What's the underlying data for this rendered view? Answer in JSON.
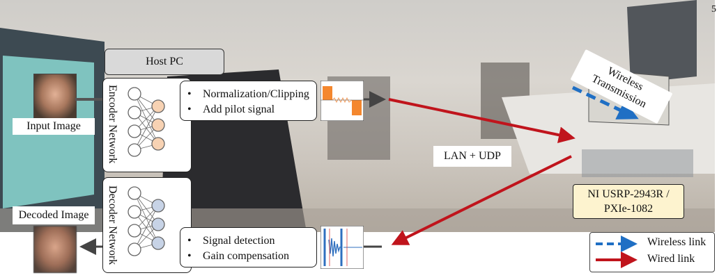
{
  "page_number": "5",
  "host_pc_label": "Host PC",
  "encoder_network_label": "Encoder Network",
  "decoder_network_label": "Decoder Network",
  "input_image_label": "Input Image",
  "decoded_image_label": "Decoded Image",
  "encoder_steps": [
    "Normalization/Clipping",
    "Add pilot signal"
  ],
  "decoder_steps": [
    "Signal detection",
    "Gain compensation"
  ],
  "lan_label": "LAN + UDP",
  "wireless_transmission_label": [
    "Wireless",
    "Transmission"
  ],
  "device_label": [
    "NI USRP-2943R /",
    "PXIe-1082"
  ],
  "legend": [
    {
      "label": "Wireless link",
      "color": "#1f6fc4",
      "style": "dashed"
    },
    {
      "label": "Wired link",
      "color": "#c0141c",
      "style": "solid"
    }
  ],
  "colors": {
    "wired": "#c0141c",
    "wireless": "#1f6fc4",
    "encoder_node": "#f7d2b3",
    "decoder_node": "#c7d3e6"
  }
}
